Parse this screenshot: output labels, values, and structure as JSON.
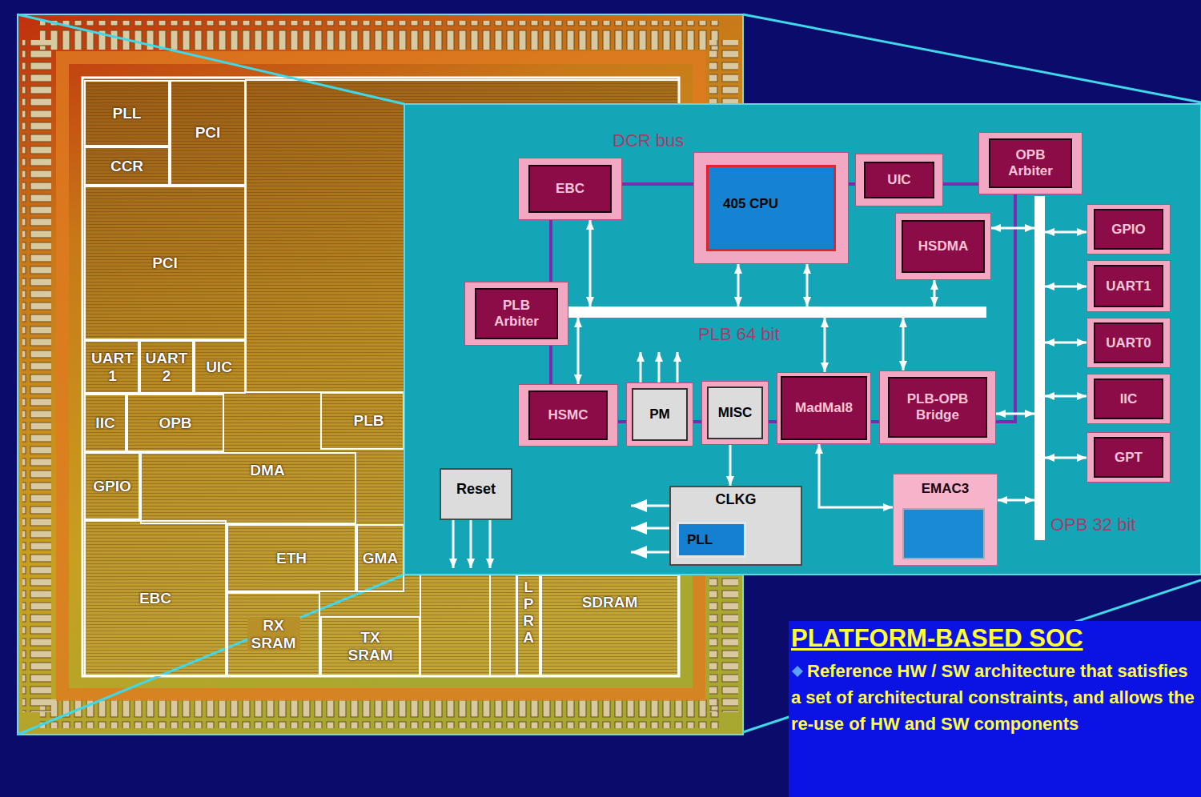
{
  "diagram": {
    "title": "PLATFORM-BASED SOC",
    "caption": "Reference HW / SW architecture that satisfies a set of architectural constraints, and allows the re-use of HW and SW components",
    "nodes": [
      {
        "text": [
          "PLL"
        ]
      },
      {
        "text": [
          "PCI"
        ]
      },
      {
        "text": [
          "CCR"
        ]
      },
      {
        "text": [
          "PCI"
        ]
      },
      {
        "text": [
          "UART 1"
        ]
      },
      {
        "text": [
          "UART 2"
        ]
      },
      {
        "text": [
          "UIC"
        ]
      },
      {
        "text": [
          "IIC"
        ]
      },
      {
        "text": [
          "OPB"
        ]
      },
      {
        "text": [
          "PLB"
        ]
      },
      {
        "text": [
          "GPIO"
        ]
      },
      {
        "text": [
          "DMA"
        ]
      },
      {
        "text": [
          "ETH"
        ]
      },
      {
        "text": [
          "GMA"
        ]
      },
      {
        "text": [
          "EBC"
        ]
      },
      {
        "text": [
          "RX SRAM"
        ]
      },
      {
        "text": [
          "TX SRAM"
        ]
      },
      {
        "text": [
          "LPRA"
        ]
      },
      {
        "text": [
          "SDRAM"
        ]
      },
      {
        "text": [
          "EBC"
        ]
      },
      {
        "text": [
          "405 CPU"
        ]
      },
      {
        "text": [
          "UIC"
        ]
      },
      {
        "text": [
          "OPB Arbiter"
        ]
      },
      {
        "text": [
          "HSDMA"
        ]
      },
      {
        "text": [
          "GPIO"
        ]
      },
      {
        "text": [
          "UART1"
        ]
      },
      {
        "text": [
          "PLB Arbiter"
        ]
      },
      {
        "text": [
          "PLB 64 bit"
        ]
      },
      {
        "text": [
          "UART0"
        ]
      },
      {
        "text": [
          "IIC"
        ]
      },
      {
        "text": [
          "HSMC"
        ]
      },
      {
        "text": [
          "PM"
        ]
      },
      {
        "text": [
          "MISC"
        ]
      },
      {
        "text": [
          "MadMal8"
        ]
      },
      {
        "text": [
          "PLB-OPB Bridge"
        ]
      },
      {
        "text": [
          "GPT"
        ]
      },
      {
        "text": [
          "Reset"
        ]
      },
      {
        "text": [
          "CLKG"
        ]
      },
      {
        "text": [
          "PLL"
        ],
        "in": 37
      },
      {
        "text": [
          "EMAC3"
        ]
      },
      {
        "text": [
          "OPB 32 bit"
        ]
      }
    ],
    "edges": [
      {
        "from": 19,
        "to": 20,
        "arrow": "none"
      },
      {
        "from": 20,
        "to": 21,
        "arrow": "none"
      },
      {
        "from": 21,
        "to": 22,
        "arrow": "none"
      },
      {
        "from": 19,
        "to": 26,
        "arrow": "none"
      },
      {
        "from": 26,
        "to": 30,
        "arrow": "none"
      },
      {
        "from": 30,
        "to": 31,
        "arrow": "none"
      },
      {
        "from": 31,
        "to": 32,
        "arrow": "none"
      },
      {
        "from": 32,
        "to": 33,
        "arrow": "none"
      },
      {
        "from": 33,
        "to": 34,
        "arrow": "none"
      },
      {
        "from": 22,
        "to": 34,
        "arrow": "none"
      },
      {
        "from": 19,
        "to": 27,
        "arrow": "both"
      },
      {
        "from": 20,
        "to": 27,
        "arrow": "both"
      },
      {
        "from": 20,
        "to": 27,
        "arrow": "both"
      },
      {
        "from": 23,
        "to": 27,
        "arrow": "both"
      },
      {
        "from": 30,
        "to": 27,
        "arrow": "both"
      },
      {
        "from": 33,
        "to": 27,
        "arrow": "both"
      },
      {
        "from": 34,
        "to": 27,
        "arrow": "both"
      },
      {
        "from": 23,
        "to": 40,
        "arrow": "both"
      },
      {
        "from": 40,
        "to": 24,
        "arrow": "both"
      },
      {
        "from": 40,
        "to": 25,
        "arrow": "both"
      },
      {
        "from": 40,
        "to": 28,
        "arrow": "both"
      },
      {
        "from": 40,
        "to": 29,
        "arrow": "both"
      },
      {
        "from": 40,
        "to": 35,
        "arrow": "both"
      },
      {
        "from": 34,
        "to": 40,
        "arrow": "both"
      },
      {
        "from": 39,
        "to": 40,
        "arrow": "both"
      },
      {
        "from": 33,
        "to": 39,
        "arrow": "both"
      },
      {
        "from": 32,
        "to": 37,
        "arrow": "to"
      }
    ],
    "labels": [
      "DCR bus"
    ]
  }
}
